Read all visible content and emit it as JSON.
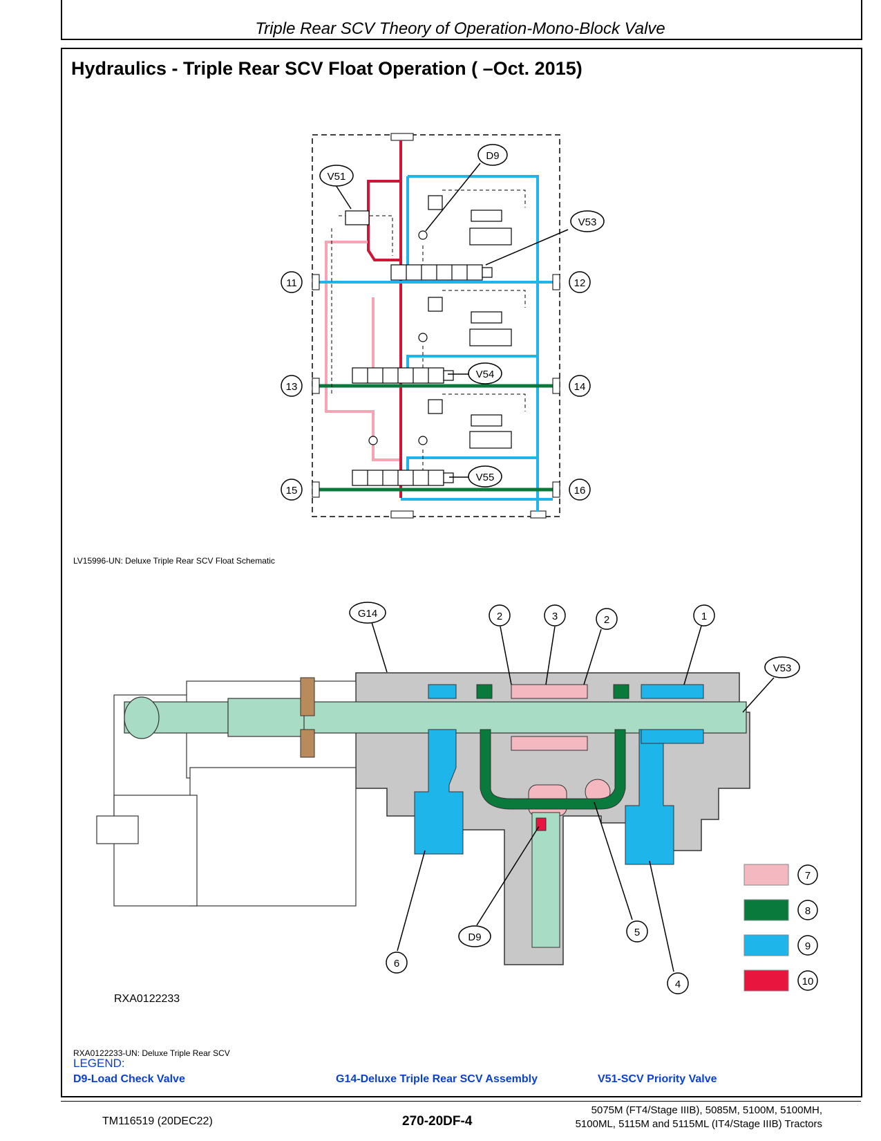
{
  "header": {
    "title": "Triple Rear SCV Theory of Operation-Mono-Block Valve"
  },
  "section": {
    "title": "Hydraulics - Triple Rear SCV Float Operation ( –Oct. 2015)"
  },
  "schematic": {
    "caption": "LV15996-UN: Deluxe Triple Rear SCV Float Schematic",
    "callouts": {
      "d9": "D9",
      "v51": "V51",
      "v53": "V53",
      "v54": "V54",
      "v55": "V55"
    },
    "ports": {
      "p11": "11",
      "p12": "12",
      "p13": "13",
      "p14": "14",
      "p15": "15",
      "p16": "16"
    }
  },
  "cutaway": {
    "image_id": "RXA0122233",
    "caption": "RXA0122233-UN: Deluxe Triple Rear SCV",
    "callouts": {
      "g14": "G14",
      "v53": "V53",
      "d9": "D9",
      "n1": "1",
      "n2a": "2",
      "n2b": "2",
      "n3": "3",
      "n4": "4",
      "n5": "5",
      "n6": "6"
    },
    "color_key": [
      {
        "number": "7",
        "color": "#f4b8c1"
      },
      {
        "number": "8",
        "color": "#0a7a3c"
      },
      {
        "number": "9",
        "color": "#1db5ea"
      },
      {
        "number": "10",
        "color": "#e8163e"
      }
    ]
  },
  "legend": {
    "heading": "LEGEND:",
    "items": [
      "D9-Load Check Valve",
      "G14-Deluxe Triple Rear SCV Assembly",
      "V51-SCV Priority Valve"
    ]
  },
  "footer": {
    "doc_id": "TM116519 (20DEC22)",
    "page": "270-20DF-4",
    "models_line1": "5075M (FT4/Stage IIIB), 5085M, 5100M, 5100MH,",
    "models_line2": "5100ML, 5115M and 5115ML (IT4/Stage IIIB) Tractors"
  },
  "colors": {
    "pink": "#f4b8c1",
    "green": "#0a7a3c",
    "blue": "#1db5ea",
    "red": "#e8163e",
    "teal": "#a8dcc4",
    "gray": "#c8c8c8",
    "legend_blue": "#0a3fd6"
  }
}
